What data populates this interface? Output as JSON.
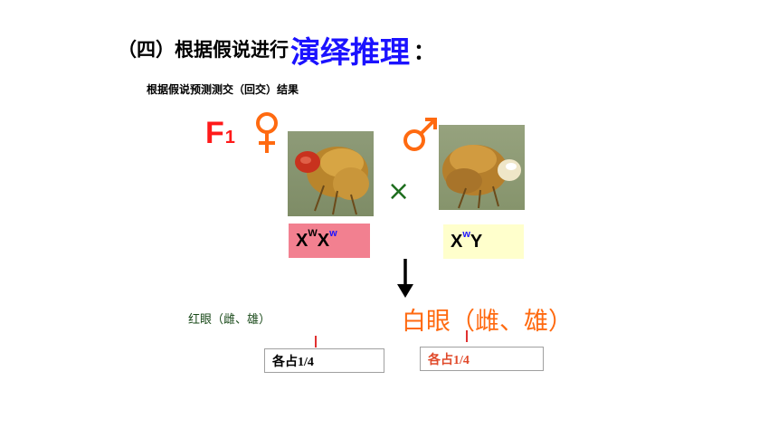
{
  "heading": {
    "prefix": "（四）根据假说进行",
    "highlight": "演绎推理",
    "colon": "："
  },
  "subtitle": "根据假说预测测交（回交）结果",
  "cross": {
    "generation": "F",
    "generation_sub": "1",
    "cross_symbol": "×",
    "female": {
      "icon": "female-symbol-icon",
      "genotype": {
        "base1": "X",
        "sup1": "W",
        "base2": "X",
        "sup2": "w"
      }
    },
    "male": {
      "icon": "male-symbol-icon",
      "genotype": {
        "base1": "X",
        "sup1": "w",
        "base2": "Y"
      }
    }
  },
  "results": {
    "red": {
      "label": "红眼（雌、雄）",
      "ratio": "各占1/4"
    },
    "white": {
      "label": "白眼（雌、雄）",
      "ratio": "各占1/4"
    }
  },
  "colors": {
    "heading_highlight": "#1b12ff",
    "accent_orange": "#ff6a10",
    "f1_red": "#ff1a1a",
    "female_box": "#f28090",
    "male_box": "#ffffcc"
  }
}
